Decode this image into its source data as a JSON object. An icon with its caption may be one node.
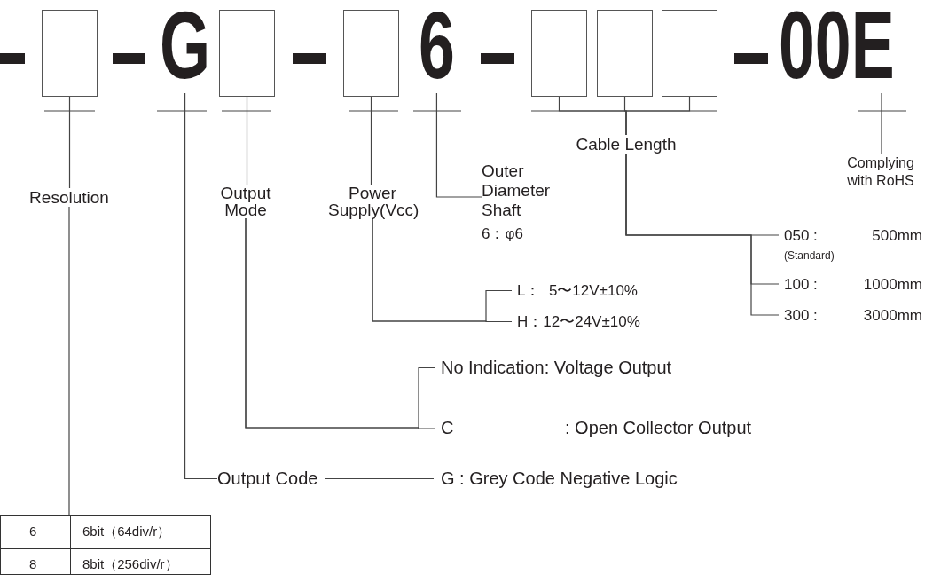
{
  "diagram": {
    "nodes": [
      {
        "text": [],
        "shape": "box"
      },
      {
        "text": [
          "G"
        ]
      },
      {
        "text": [],
        "shape": "box"
      },
      {
        "text": [],
        "shape": "box"
      },
      {
        "text": [
          "6"
        ]
      },
      {
        "text": [],
        "shape": "box"
      },
      {
        "text": [],
        "shape": "box"
      },
      {
        "text": [],
        "shape": "box"
      },
      {
        "text": [
          "00E"
        ]
      },
      {
        "text": [
          "Resolution"
        ]
      },
      {
        "text": [
          "Output Mode"
        ]
      },
      {
        "text": [
          "Power Supply(Vcc)"
        ]
      },
      {
        "text": [
          "Outer Diameter Shaft",
          "6：φ6"
        ]
      },
      {
        "text": [
          "Cable Length"
        ]
      },
      {
        "text": [
          "Complying with RoHS"
        ]
      },
      {
        "text": [
          "050 :",
          "500mm",
          "(Standard)"
        ]
      },
      {
        "text": [
          "100 :",
          "1000mm"
        ]
      },
      {
        "text": [
          "300 :",
          "3000mm"
        ]
      },
      {
        "text": [
          "L：  5〜12V±10%"
        ]
      },
      {
        "text": [
          "H：12〜24V±10%"
        ]
      },
      {
        "text": [
          "No Indication: Voltage Output"
        ]
      },
      {
        "text": [
          "C",
          ": Open Collector Output"
        ]
      },
      {
        "text": [
          "Output Code"
        ]
      },
      {
        "text": [
          "G : Grey Code Negative Logic"
        ]
      },
      {
        "text": [
          "6",
          "6bit（64div/r）",
          "8",
          "8bit（256div/r）"
        ]
      }
    ],
    "edges": [
      {
        "from": 0,
        "to": 9,
        "arrow": "none"
      },
      {
        "from": 9,
        "to": 24,
        "arrow": "none"
      },
      {
        "from": 1,
        "to": 22,
        "arrow": "none"
      },
      {
        "from": 2,
        "to": 10,
        "arrow": "none"
      },
      {
        "from": 10,
        "to": 20,
        "arrow": "none"
      },
      {
        "from": 10,
        "to": 21,
        "arrow": "none"
      },
      {
        "from": 3,
        "to": 11,
        "arrow": "none"
      },
      {
        "from": 11,
        "to": 18,
        "arrow": "none"
      },
      {
        "from": 11,
        "to": 19,
        "arrow": "none"
      },
      {
        "from": 4,
        "to": 12,
        "arrow": "none"
      },
      {
        "from": 5,
        "to": 13,
        "arrow": "none"
      },
      {
        "from": 6,
        "to": 13,
        "arrow": "none"
      },
      {
        "from": 7,
        "to": 13,
        "arrow": "none"
      },
      {
        "from": 13,
        "to": 15,
        "arrow": "none"
      },
      {
        "from": 13,
        "to": 16,
        "arrow": "none"
      },
      {
        "from": 13,
        "to": 17,
        "arrow": "none"
      },
      {
        "from": 8,
        "to": 14,
        "arrow": "none"
      },
      {
        "from": 22,
        "to": 23,
        "arrow": "none"
      }
    ]
  }
}
